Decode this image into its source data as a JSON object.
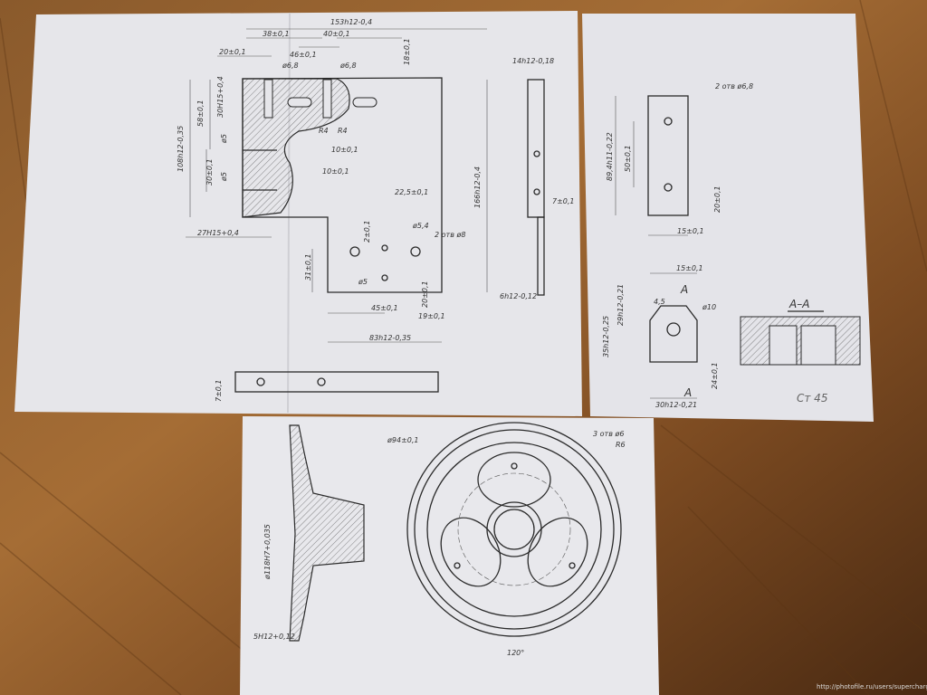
{
  "scene": {
    "floor_color": "#7a4a22",
    "paper_color": "#e9e9ec"
  },
  "sheet1": {
    "dims": [
      "153h12-0,4",
      "38±0,1",
      "40±0,1",
      "20±0,1",
      "46±0,1",
      "ø6,8",
      "ø6,8",
      "18±0,1",
      "14h12-0,18",
      "30H15+0,4",
      "58±0,1",
      "108h12-0,35",
      "ø5",
      "ø5",
      "30±0,1",
      "R4",
      "R4",
      "10±0,1",
      "10±0,1",
      "27H15+0,4",
      "22,5±0,1",
      "ø5,4",
      "2 отв ø8",
      "2±0,1",
      "166h12-0,4",
      "7±0,1",
      "31±0,1",
      "ø5",
      "45±0,1",
      "20±0,1",
      "19±0,1",
      "6h12-0,12",
      "83h12-0,35",
      "7±0,1"
    ]
  },
  "sheet2": {
    "dims": [
      "2 отв ø6,8",
      "89,4h11-0,22",
      "50±0,1",
      "20±0,1",
      "15±0,1",
      "15±0,1",
      "A",
      "4,5",
      "ø10",
      "29h12-0,21",
      "35h12-0,25",
      "24±0,1",
      "30h12-0,21",
      "A",
      "A–A"
    ],
    "note": "Ст 45"
  },
  "sheet3": {
    "dims": [
      "ø94±0,1",
      "3 отв ø6",
      "R6",
      "ø118H7+0,035",
      "5H12+0,12",
      "120°"
    ]
  },
  "watermark": "http://photofile.ru/users/supercharger/"
}
